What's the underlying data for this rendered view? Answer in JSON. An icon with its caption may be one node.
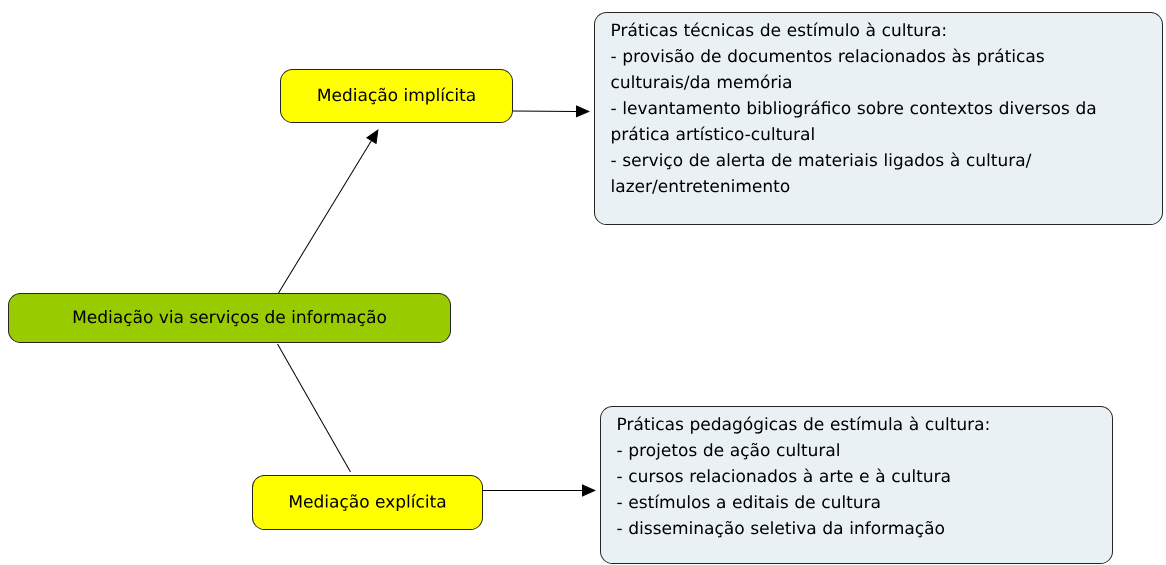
{
  "diagram": {
    "nodes": [
      {
        "text": [
          "Mediação via serviços de informação"
        ]
      },
      {
        "text": [
          "Mediação implícita"
        ]
      },
      {
        "text": [
          "Práticas técnicas de estímulo à cultura:",
          "- provisão de documentos relacionados às práticas culturais/da memória",
          "- levantamento bibliográfico sobre contextos diversos da prática artístico-cultural",
          "- serviço de alerta de materiais ligados à cultura/ lazer/entretenimento"
        ]
      },
      {
        "text": [
          "Mediação explícita"
        ]
      },
      {
        "text": [
          "Práticas pedagógicas de estímula à cultura:",
          "- projetos de ação cultural",
          "- cursos relacionados à arte e à cultura",
          "- estímulos a editais de cultura",
          "- disseminação seletiva da informação"
        ]
      }
    ],
    "edges": [
      {
        "from": 0,
        "to": 1,
        "arrow": "to"
      },
      {
        "from": 1,
        "to": 2,
        "arrow": "to"
      },
      {
        "from": 0,
        "to": 3,
        "arrow": "none"
      },
      {
        "from": 3,
        "to": 4,
        "arrow": "to"
      }
    ]
  }
}
